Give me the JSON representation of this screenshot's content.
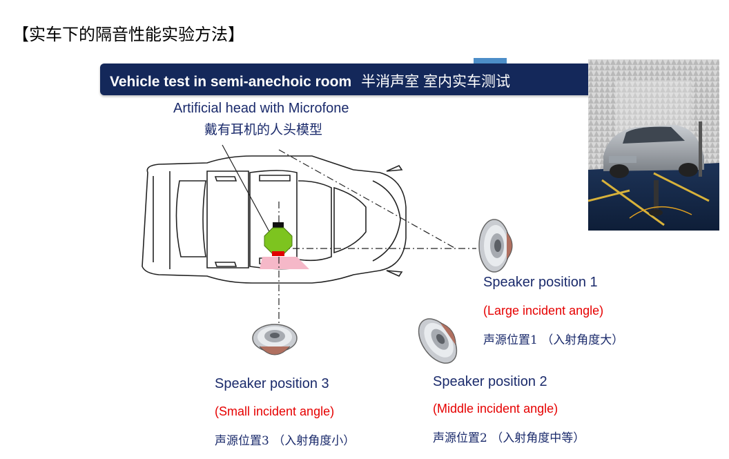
{
  "page": {
    "title": "【实车下的隔音性能实验方法】"
  },
  "banner": {
    "title_en": "Vehicle test in semi-anechoic room",
    "title_cn": "半消声室 室内实车测试"
  },
  "head_label": {
    "en": "Artificial head with Microfone",
    "cn": "戴有耳机的人头模型"
  },
  "speakers": [
    {
      "name": "Speaker position 1",
      "angle_en": "(Large incident angle)",
      "cn": "声源位置1 （入射角度大）"
    },
    {
      "name": "Speaker position 2",
      "angle_en": "(Middle incident angle)",
      "cn": "声源位置2 （入射角度中等）"
    },
    {
      "name": "Speaker position 3",
      "angle_en": "(Small incident angle)",
      "cn": "声源位置3 （入射角度小）"
    }
  ],
  "colors": {
    "banner_bg": "#14285a",
    "label_blue": "#1a2a6b",
    "angle_red": "#e60000",
    "head_green": "#7dc41f",
    "seat_pink": "#f5b8c8"
  },
  "icons": [
    "speaker-icon",
    "artificial-head-icon",
    "car-outline"
  ]
}
